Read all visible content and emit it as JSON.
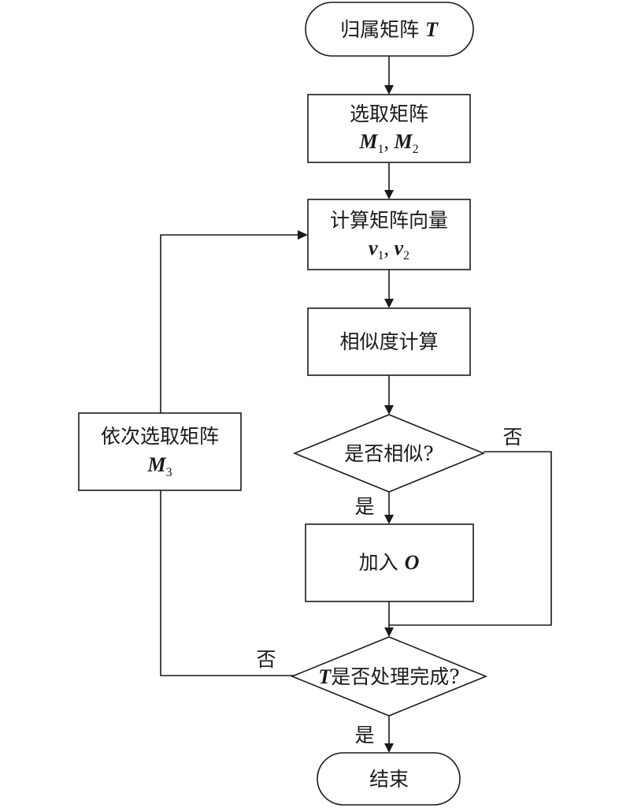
{
  "nodes": {
    "start": {
      "text": "归属矩阵 ",
      "var": "T"
    },
    "select": {
      "line1": "选取矩阵",
      "m1": "M",
      "m1_sub": "1",
      "sep": ", ",
      "m2": "M",
      "m2_sub": "2"
    },
    "compute_vec": {
      "line1": "计算矩阵向量",
      "v1": "v",
      "v1_sub": "1",
      "sep": ", ",
      "v2": "v",
      "v2_sub": "2"
    },
    "similarity": {
      "text": "相似度计算"
    },
    "is_similar": {
      "text": "是否相似?"
    },
    "add_o": {
      "text": "加入 ",
      "var": "O"
    },
    "is_done": {
      "var": "T",
      "text": "是否处理完成?"
    },
    "next_m3": {
      "line1": "依次选取矩阵",
      "m3": "M",
      "m3_sub": "3"
    },
    "end": {
      "text": "结束"
    }
  },
  "edge_labels": {
    "similar_yes": "是",
    "similar_no": "否",
    "done_yes": "是",
    "done_no": "否"
  }
}
